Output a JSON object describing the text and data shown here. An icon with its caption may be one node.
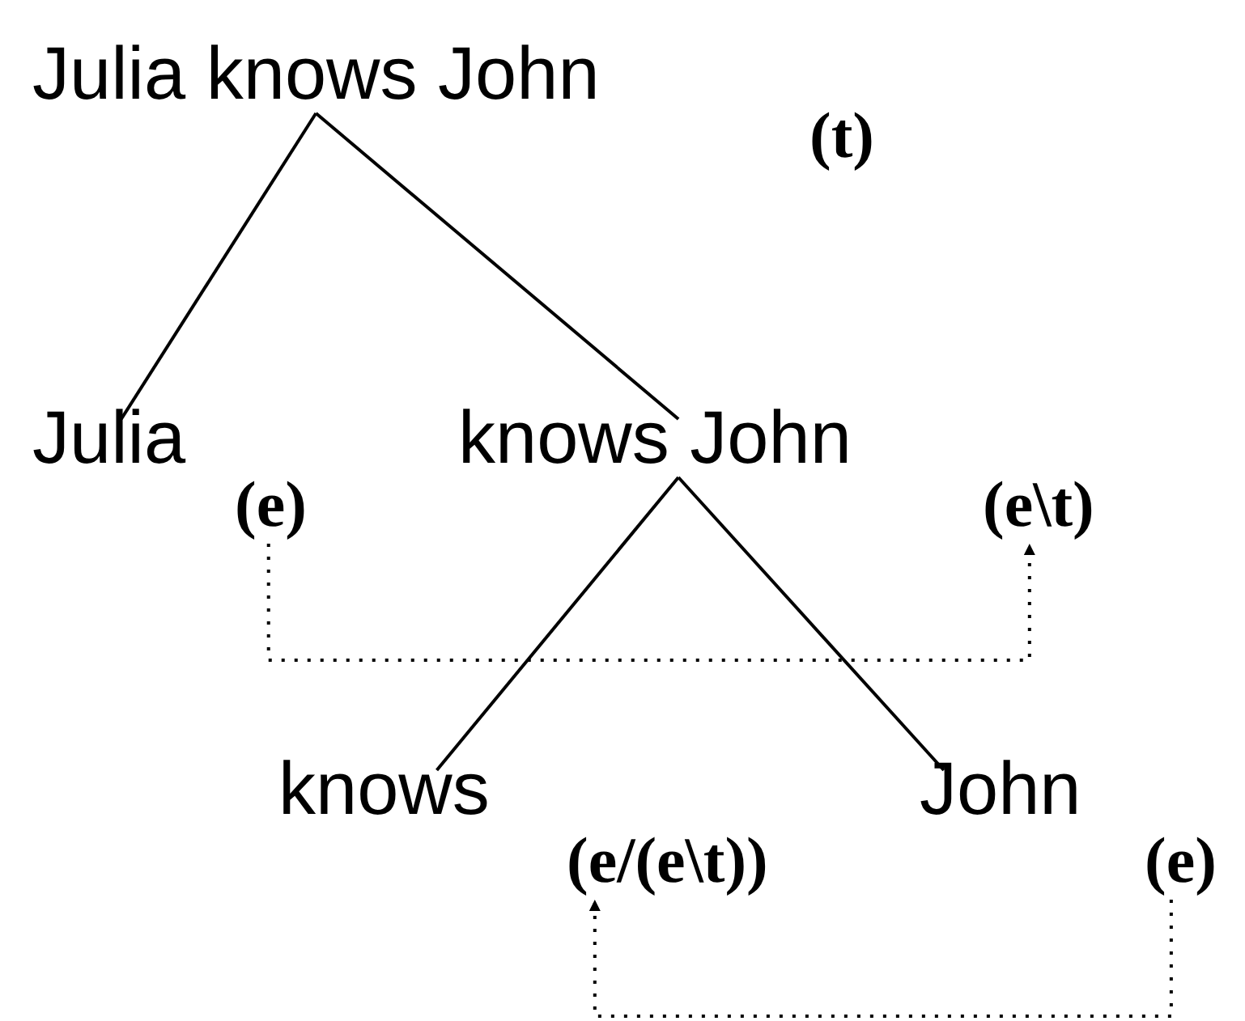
{
  "diagram": {
    "nodes": [
      {
        "text": [
          "Julia knows John"
        ]
      },
      {
        "text": [
          "(t)"
        ]
      },
      {
        "text": [
          "Julia"
        ]
      },
      {
        "text": [
          "(e)"
        ]
      },
      {
        "text": [
          "knows John"
        ]
      },
      {
        "text": [
          "(e\\t)"
        ]
      },
      {
        "text": [
          "knows"
        ]
      },
      {
        "text": [
          "(e/(e\\t))"
        ]
      },
      {
        "text": [
          "John"
        ]
      },
      {
        "text": [
          "(e)"
        ]
      }
    ],
    "edges": [
      {
        "from": 0,
        "to": 2,
        "arrow": "none"
      },
      {
        "from": 0,
        "to": 4,
        "arrow": "none"
      },
      {
        "from": 4,
        "to": 6,
        "arrow": "none"
      },
      {
        "from": 4,
        "to": 8,
        "arrow": "none"
      },
      {
        "from": 3,
        "to": 5,
        "arrow": "to",
        "style": "dashed"
      },
      {
        "from": 9,
        "to": 7,
        "arrow": "to",
        "style": "dashed"
      }
    ]
  }
}
